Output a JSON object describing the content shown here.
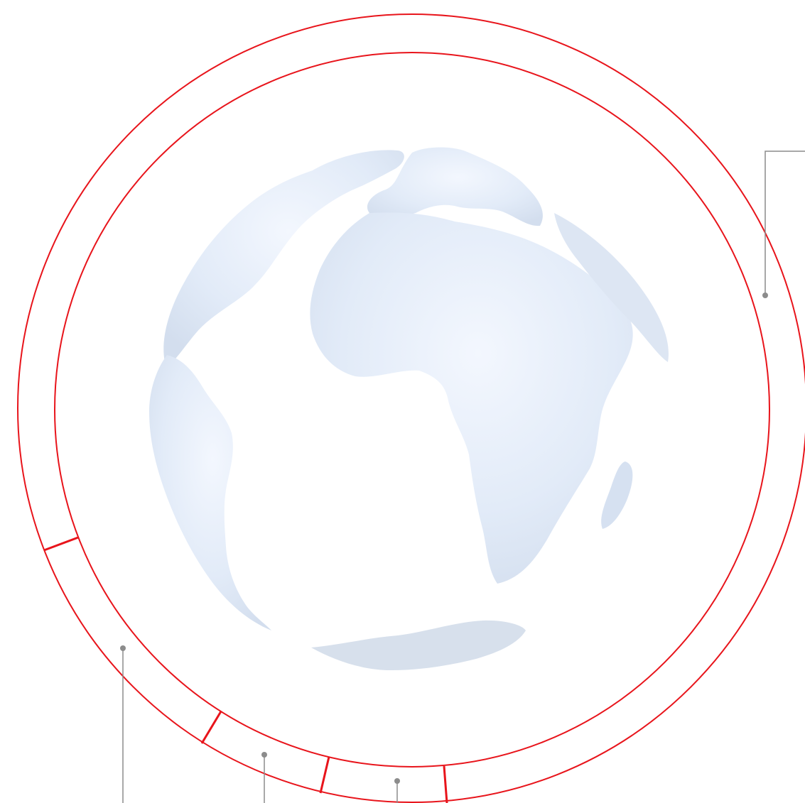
{
  "diagram": {
    "type": "donut-ring-around-globe",
    "ring_color": "#e8141b",
    "leader_color": "#8c8c8c",
    "globe_colors": {
      "ocean_light": "#ffffff",
      "land_light": "#e6eefa",
      "land_mid": "#d6e3f6",
      "land_shadow": "#cdd6e4"
    },
    "segments": [
      {
        "name": "segment-large"
      },
      {
        "name": "segment-lower-left"
      },
      {
        "name": "segment-bottom-left"
      },
      {
        "name": "segment-bottom"
      }
    ],
    "callouts": [
      {
        "name": "callout-right"
      },
      {
        "name": "callout-lower-left"
      },
      {
        "name": "callout-bottom-left"
      },
      {
        "name": "callout-bottom"
      }
    ]
  }
}
